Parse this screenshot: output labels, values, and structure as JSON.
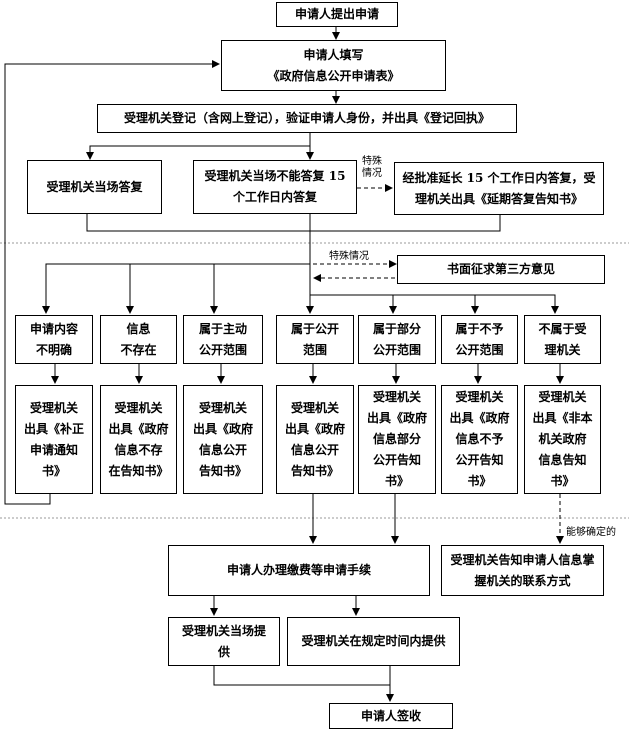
{
  "nodes": {
    "start": "申请人提出申请",
    "fill_form": "申请人填写\n《政府信息公开申请表》",
    "register": "受理机关登记（含网上登记），验证申请人身份，并出具《登记回执》",
    "reply_now": "受理机关当场答复",
    "reply_15": "受理机关当场不能答复 15\n个工作日内答复",
    "extend": "经批准延长 15 个工作日内答复，受\n理机关出具《延期答复告知书》",
    "third_party": "书面征求第三方意见",
    "unclear": "申请内容\n不明确",
    "not_exist": "信息\n不存在",
    "active_scope": "属于主动\n公开范围",
    "public_scope": "属于公开\n范围",
    "partial_scope": "属于部分\n公开范围",
    "no_public_scope": "属于不予\n公开范围",
    "not_agency": "不属于受\n理机关",
    "notice_correct": "受理机关\n出具《补正\n申请通知\n书》",
    "notice_not_exist": "受理机关\n出具《政府\n信息不存\n在告知书》",
    "notice_public_info": "受理机关\n出具《政府\n信息公开\n告知书》",
    "notice_public": "受理机关\n出具《政府\n信息公开\n告知书》",
    "notice_partial": "受理机关\n出具《政府\n信息部分\n公开告知\n书》",
    "notice_no_public": "受理机关\n出具《政府\n信息不予\n公开告知\n书》",
    "notice_not_agency": "受理机关\n出具《非本\n机关政府\n信息告知\n书》",
    "fee_procedure": "申请人办理缴费等申请手续",
    "inform_contact": "受理机关告知申请人信息掌\n握机关的联系方式",
    "provide_now": "受理机关当场提\n供",
    "provide_later": "受理机关在规定时间内提供",
    "sign": "申请人签收"
  },
  "notes": {
    "special_1": "特殊\n情况",
    "special_2": "特殊情况",
    "can_determine": "能够确定的"
  }
}
